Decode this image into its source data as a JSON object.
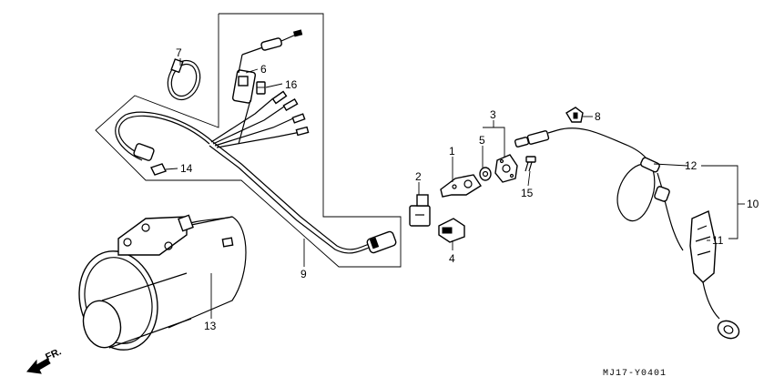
{
  "callouts": {
    "c1": "1",
    "c2": "2",
    "c3": "3",
    "c4": "4",
    "c5": "5",
    "c6": "6",
    "c7": "7",
    "c8": "8",
    "c9": "9",
    "c10": "10",
    "c11": "11",
    "c12": "12",
    "c13": "13",
    "c14": "14",
    "c15": "15",
    "c16": "16"
  },
  "direction_label": "FR.",
  "diagram_code": "MJ17-Y0401"
}
